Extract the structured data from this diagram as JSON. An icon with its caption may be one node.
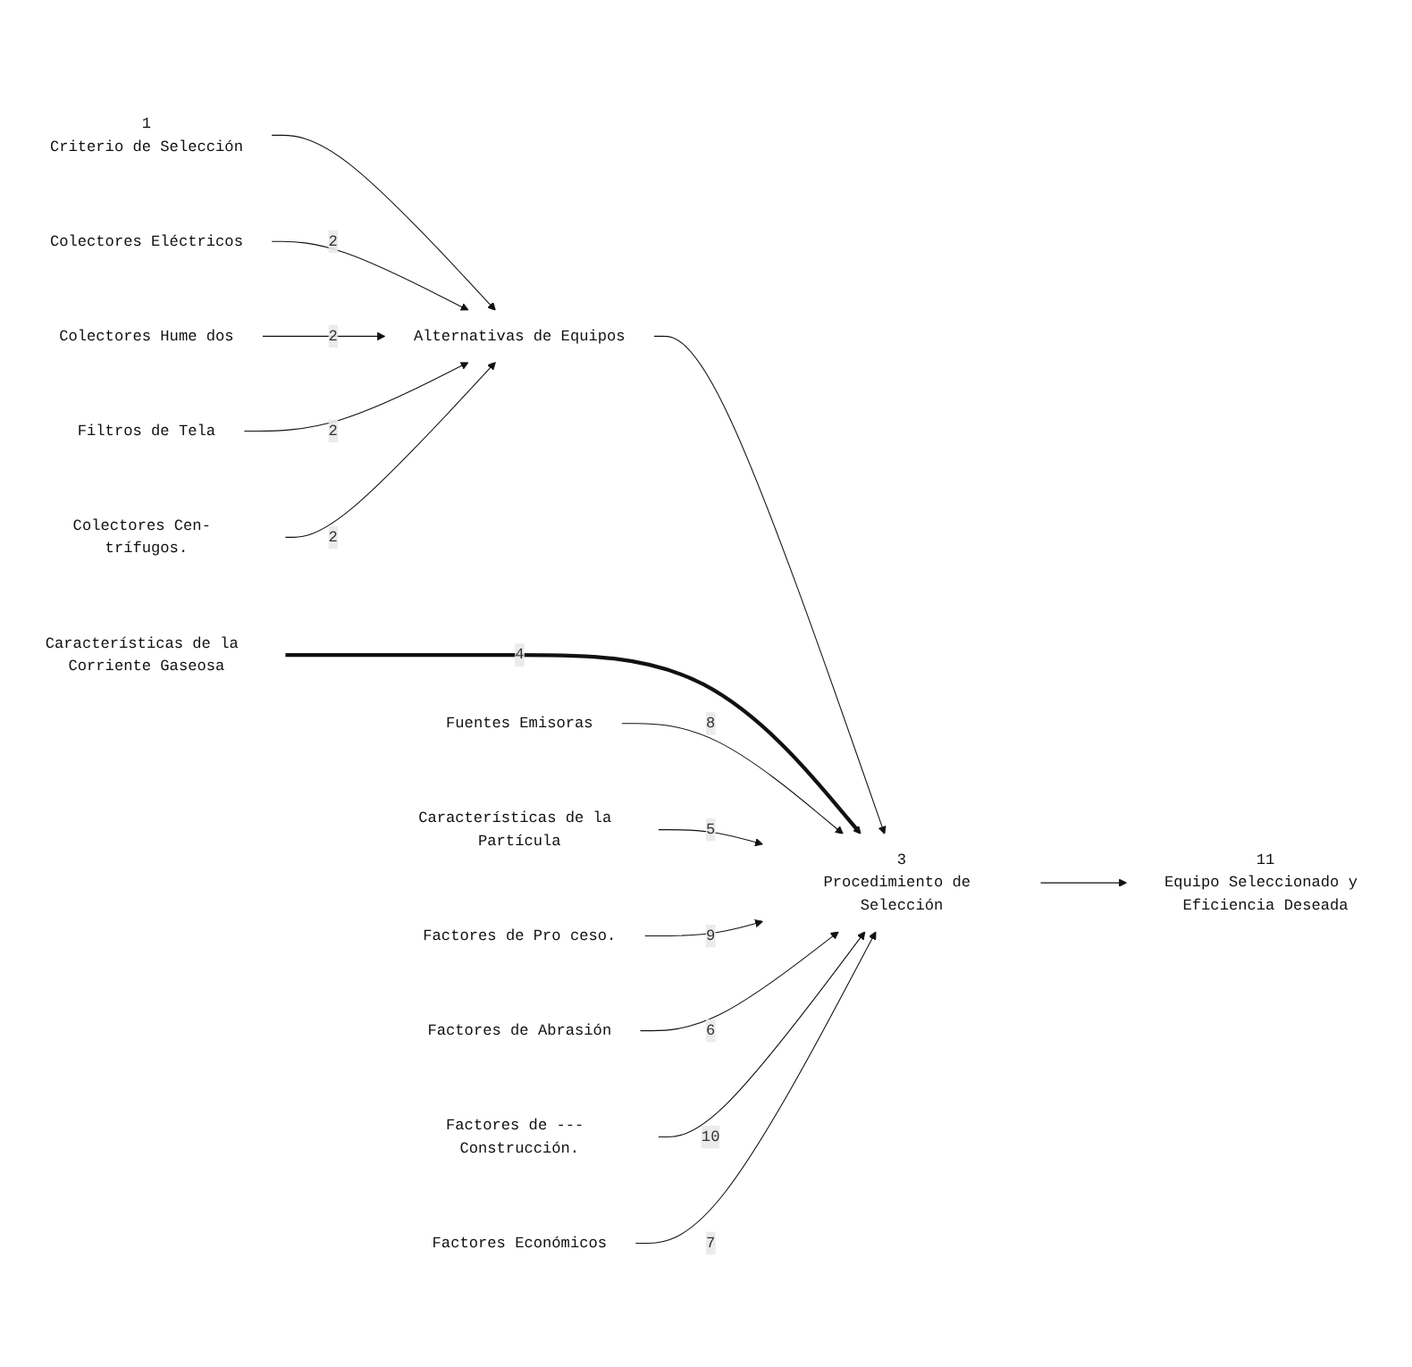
{
  "diagram": {
    "nodes": [
      {
        "text": [
          "1",
          "Criterio de Selección"
        ]
      },
      {
        "text": [
          "Colectores Eléctricos"
        ]
      },
      {
        "text": [
          "Alternativas de Equipos"
        ]
      },
      {
        "text": [
          "Colectores Hume dos"
        ]
      },
      {
        "text": [
          "Filtros de Tela"
        ]
      },
      {
        "text": [
          "Colectores Cen- trífugos."
        ]
      },
      {
        "text": [
          "Características de la Corriente Gaseosa"
        ]
      },
      {
        "text": [
          "Fuentes Emisoras"
        ]
      },
      {
        "text": [
          "3",
          "Procedimiento de Selección"
        ]
      },
      {
        "text": [
          "Características de la Partícula"
        ]
      },
      {
        "text": [
          "Factores de Pro ceso."
        ]
      },
      {
        "text": [
          "Factores de Abrasión"
        ]
      },
      {
        "text": [
          "Factores de --- Construcción."
        ]
      },
      {
        "text": [
          "Factores Económicos"
        ]
      },
      {
        "text": [
          "11",
          "Equipo Seleccionado y Eficiencia Deseada"
        ]
      }
    ],
    "edges": [
      {
        "from": 0,
        "to": 2,
        "arrow": "to"
      },
      {
        "from": 1,
        "to": 2,
        "arrow": "to",
        "label": "2"
      },
      {
        "from": 3,
        "to": 2,
        "arrow": "to",
        "label": "2"
      },
      {
        "from": 4,
        "to": 2,
        "arrow": "to",
        "label": "2"
      },
      {
        "from": 5,
        "to": 2,
        "arrow": "to",
        "label": "2"
      },
      {
        "from": 2,
        "to": 8,
        "arrow": "to"
      },
      {
        "from": 6,
        "to": 8,
        "arrow": "to",
        "label": "4",
        "style": "thick"
      },
      {
        "from": 7,
        "to": 8,
        "arrow": "to",
        "label": "8"
      },
      {
        "from": 9,
        "to": 8,
        "arrow": "to",
        "label": "5"
      },
      {
        "from": 10,
        "to": 8,
        "arrow": "to",
        "label": "9"
      },
      {
        "from": 11,
        "to": 8,
        "arrow": "to",
        "label": "6"
      },
      {
        "from": 12,
        "to": 8,
        "arrow": "to",
        "label": "10"
      },
      {
        "from": 13,
        "to": 8,
        "arrow": "to",
        "label": "7"
      },
      {
        "from": 8,
        "to": 14,
        "arrow": "to"
      }
    ]
  }
}
